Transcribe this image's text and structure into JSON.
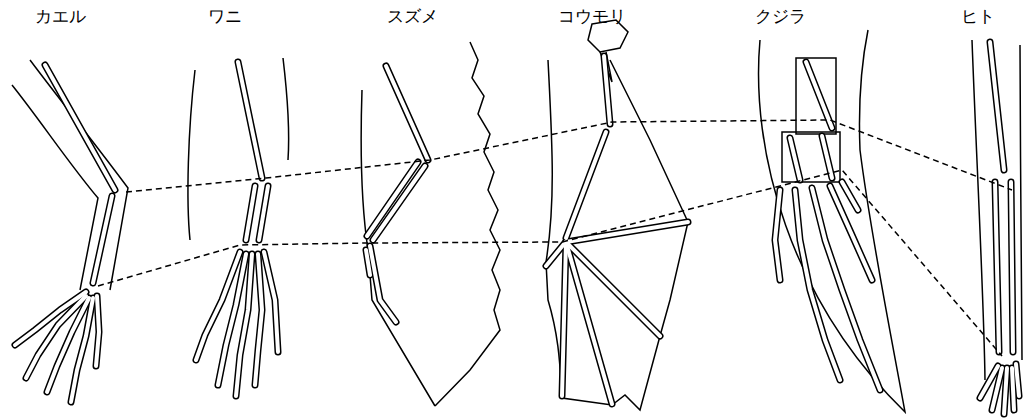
{
  "diagram": {
    "labels": [
      "カエル",
      "ワニ",
      "スズメ",
      "コウモリ",
      "クジラ",
      "ヒト"
    ]
  }
}
